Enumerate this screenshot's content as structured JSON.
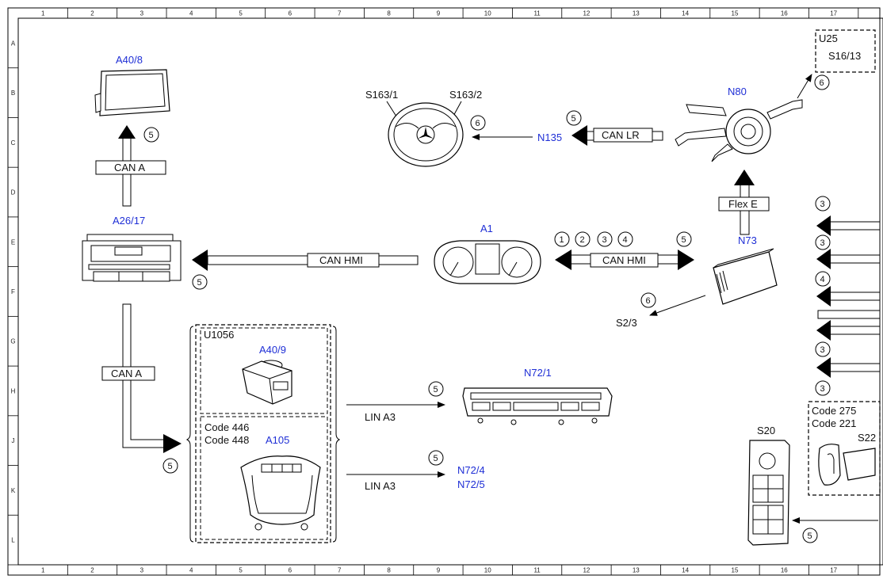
{
  "grid": {
    "columns": [
      "1",
      "2",
      "3",
      "4",
      "5",
      "6",
      "7",
      "8",
      "9",
      "10",
      "11",
      "12",
      "13",
      "14",
      "15",
      "16",
      "17"
    ],
    "rows": [
      "A",
      "B",
      "C",
      "D",
      "E",
      "F",
      "G",
      "H",
      "J",
      "K",
      "L"
    ]
  },
  "components": {
    "a40_8": "A40/8",
    "s163_1": "S163/1",
    "s163_2": "S163/2",
    "n135": "N135",
    "n80": "N80",
    "u25": "U25",
    "s16_13": "S16/13",
    "a26_17": "A26/17",
    "a1": "A1",
    "n73": "N73",
    "s2_3": "S2/3",
    "u1056": "U1056",
    "a40_9": "A40/9",
    "a105": "A105",
    "n72_1": "N72/1",
    "n72_4": "N72/4",
    "n72_5": "N72/5",
    "s20": "S20",
    "s22": "S22"
  },
  "codes": {
    "code446": "Code 446",
    "code448": "Code 448",
    "code275": "Code 275",
    "code221": "Code 221"
  },
  "buses": {
    "can_a_top": "CAN A",
    "can_a_left": "CAN A",
    "can_hmi_left": "CAN HMI",
    "can_hmi_right": "CAN HMI",
    "can_lr": "CAN LR",
    "flex_e": "Flex E",
    "lin_a3_1": "LIN A3",
    "lin_a3_2": "LIN A3"
  },
  "markers": {
    "m1": "1",
    "m2": "2",
    "m3": "3",
    "m4": "4",
    "m5": "5",
    "m6": "6"
  }
}
